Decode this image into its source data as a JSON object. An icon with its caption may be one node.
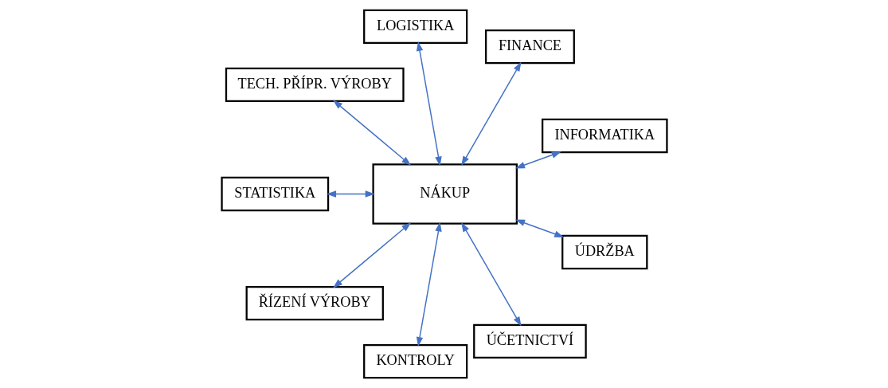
{
  "diagram": {
    "nodes": [
      {
        "text": [
          "INFORMATIKA"
        ]
      },
      {
        "text": [
          "FINANCE"
        ]
      },
      {
        "text": [
          "LOGISTIKA"
        ]
      },
      {
        "text": [
          "NÁKUP"
        ]
      },
      {
        "text": [
          "TECH. PŘÍPR. VÝROBY"
        ]
      },
      {
        "text": [
          "STATISTIKA"
        ]
      },
      {
        "text": [
          "ŘÍZENÍ VÝROBY"
        ]
      },
      {
        "text": [
          "KONTROLY"
        ]
      },
      {
        "text": [
          "ÚČETNICTVÍ"
        ]
      },
      {
        "text": [
          "ÚDRŽBA"
        ]
      }
    ],
    "edges": [
      {
        "from": 3,
        "to": 0,
        "arrow": "both"
      },
      {
        "from": 3,
        "to": 1,
        "arrow": "both"
      },
      {
        "from": 3,
        "to": 4,
        "arrow": "both"
      },
      {
        "from": 3,
        "to": 6,
        "arrow": "both"
      },
      {
        "from": 3,
        "to": 9,
        "arrow": "both"
      },
      {
        "from": 3,
        "to": 8,
        "arrow": "both"
      },
      {
        "from": 3,
        "to": 7,
        "arrow": "both"
      },
      {
        "from": 3,
        "to": 5,
        "arrow": "both"
      },
      {
        "from": 3,
        "to": 2,
        "arrow": "both"
      }
    ]
  }
}
